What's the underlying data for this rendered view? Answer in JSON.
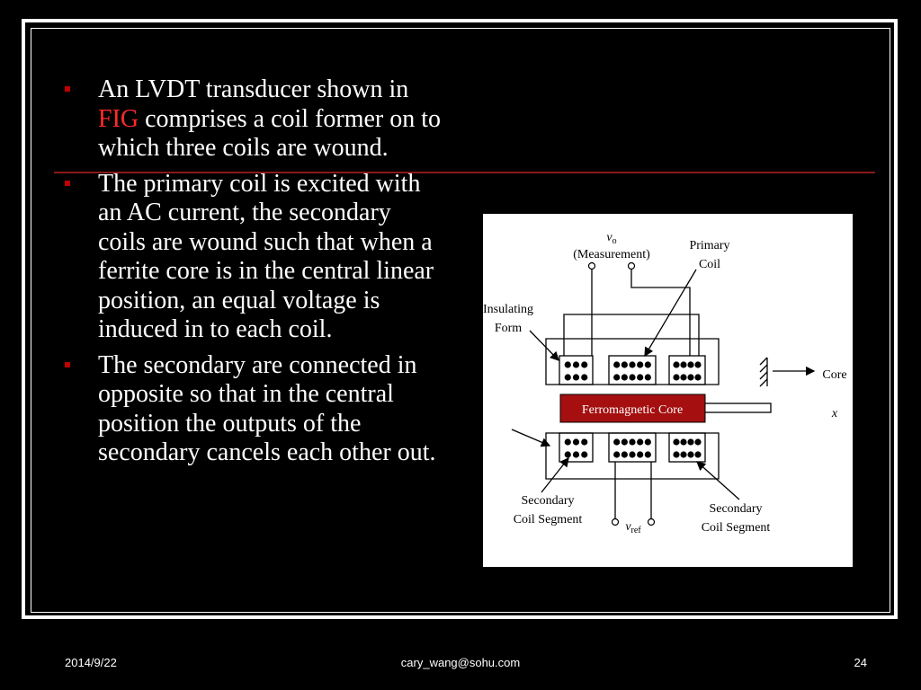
{
  "slide": {
    "bullets": [
      {
        "parts": [
          "An  LVDT transducer shown in ",
          "FIG",
          " comprises a coil former on to which three coils are wound."
        ]
      },
      {
        "text": "The primary coil is excited with an AC current, the secondary coils are wound such that when a ferrite core is in the central linear position, an equal voltage is induced in to each coil."
      },
      {
        "text": "The secondary are connected in opposite so that in the central position the outputs of the secondary cancels each other out."
      }
    ]
  },
  "figure": {
    "vo": "v",
    "vo_sub": "o",
    "measurement": "(Measurement)",
    "primary_coil_line1": "Primary",
    "primary_coil_line2": "Coil",
    "insulating_line1": "Insulating",
    "insulating_line2": "Form",
    "core_label": "Core",
    "x_label": "x",
    "ferromagnetic_core": "Ferromagnetic Core",
    "secondary_left_line1": "Secondary",
    "secondary_left_line2": "Coil Segment",
    "secondary_right_line1": "Secondary",
    "secondary_right_line2": "Coil Segment",
    "vref": "v",
    "vref_sub": "ref",
    "core_color": "#a50f0f"
  },
  "footer": {
    "date": "2014/9/22",
    "email": "cary_wang@sohu.com",
    "page": "24"
  }
}
